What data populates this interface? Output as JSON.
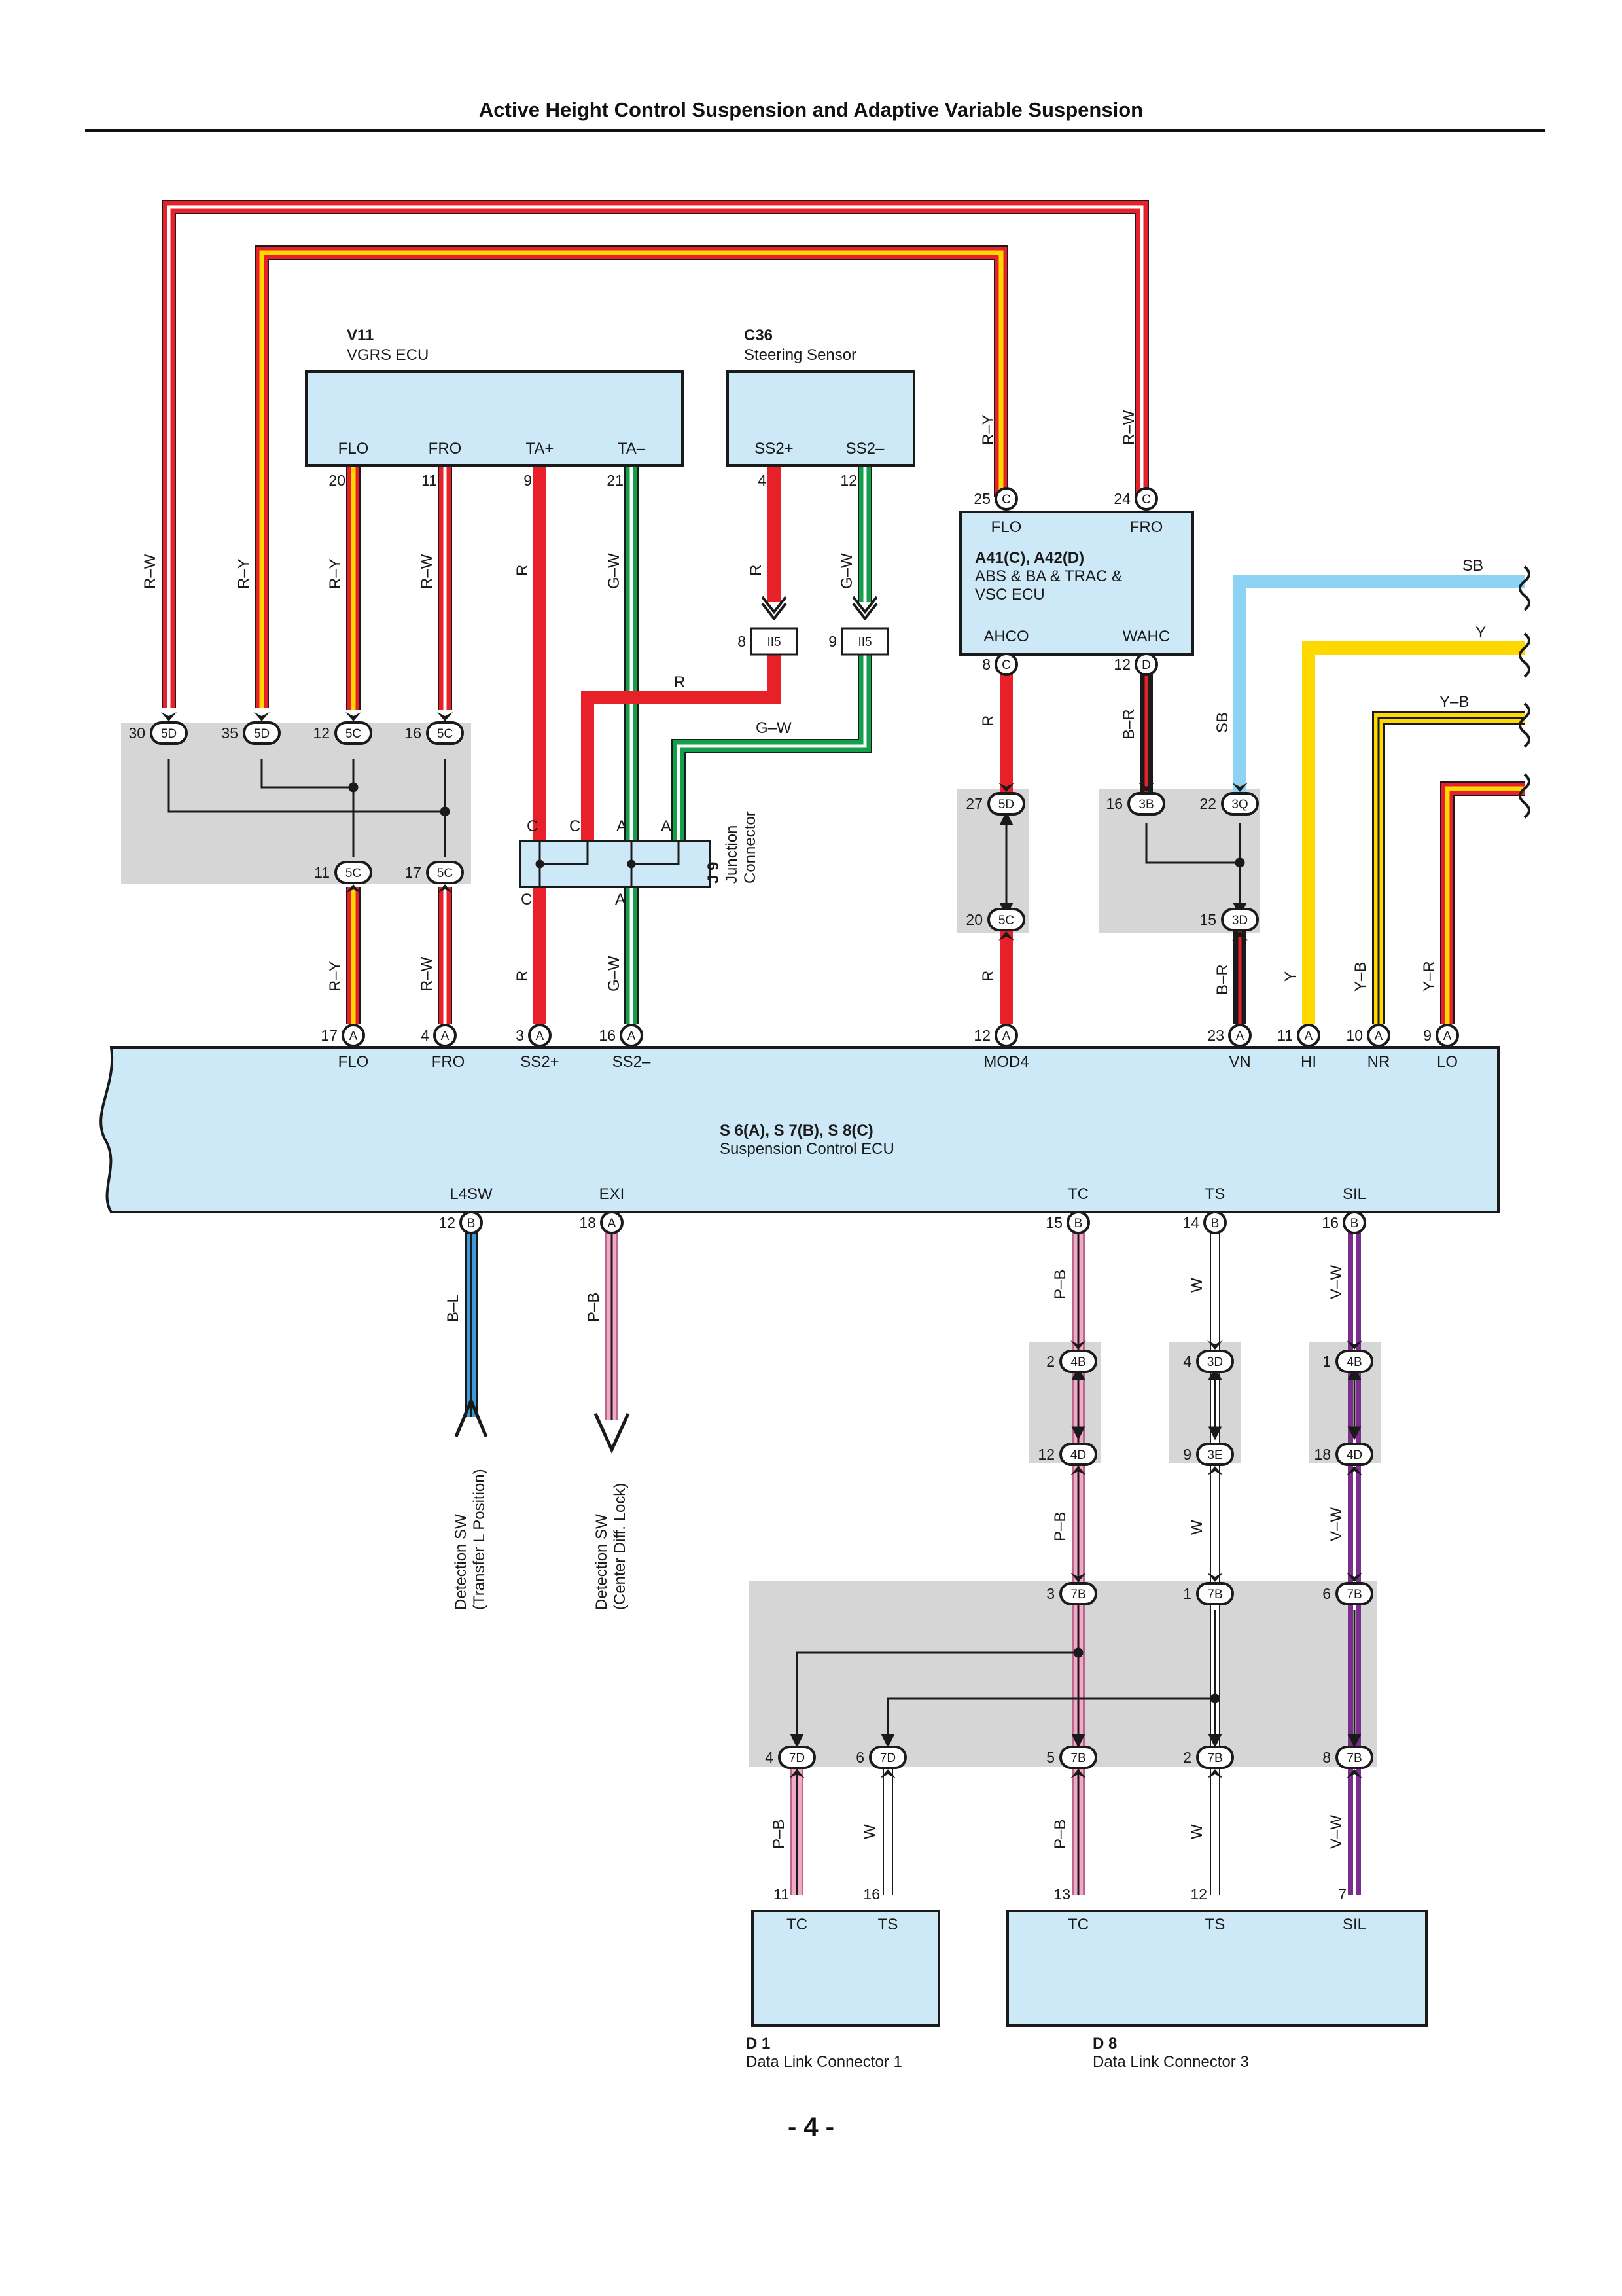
{
  "page_title": "Active Height Control Suspension and Adaptive Variable Suspension",
  "page_number": "- 4 -",
  "colors": {
    "R": "#e8202a",
    "Y": "#ffd800",
    "SB": "#8fd3f4",
    "G": "#12a04a",
    "P": "#f3a8c8",
    "V": "#7b2e8e",
    "B": "#1a1a1a",
    "W": "#ffffff",
    "L": "#3a9bd8",
    "box": "#cde9f8",
    "grey": "#d6d6d6"
  },
  "components": {
    "v11": {
      "code": "V11",
      "name": "VGRS ECU",
      "pins": [
        "FLO",
        "FRO",
        "TA+",
        "TA–"
      ],
      "pin_numbers": [
        "20",
        "11",
        "9",
        "21"
      ]
    },
    "c36": {
      "code": "C36",
      "name": "Steering Sensor",
      "pins": [
        "SS2+",
        "SS2–"
      ],
      "pin_numbers": [
        "4",
        "12"
      ]
    },
    "abs": {
      "code": "A41(C), A42(D)",
      "name1": "ABS & BA & TRAC &",
      "name2": "VSC ECU",
      "top_pins": [
        "FLO",
        "FRO"
      ],
      "top_numbers": [
        "25",
        "24"
      ],
      "bottom_pins": [
        "AHCO",
        "WAHC"
      ],
      "bottom_numbers": [
        "8",
        "12"
      ]
    },
    "j9": {
      "code": "J 9",
      "name1": "Junction",
      "name2": "Connector",
      "top_labels": [
        "C",
        "C",
        "A",
        "A"
      ],
      "bottom_labels": [
        "C",
        "A"
      ]
    },
    "ecu": {
      "code": "S 6(A), S 7(B), S 8(C)",
      "name": "Suspension Control ECU",
      "top_pins": [
        "FLO",
        "FRO",
        "SS2+",
        "SS2–",
        "MOD4",
        "VN",
        "HI",
        "NR",
        "LO"
      ],
      "top_numbers": [
        "17",
        "4",
        "3",
        "16",
        "12",
        "23",
        "11",
        "10",
        "9"
      ],
      "top_letters": [
        "A",
        "A",
        "A",
        "A",
        "A",
        "A",
        "A",
        "A",
        "A"
      ],
      "bottom_pins": [
        "L4SW",
        "EXI",
        "TC",
        "TS",
        "SIL"
      ],
      "bottom_numbers": [
        "12",
        "18",
        "15",
        "14",
        "16"
      ],
      "bottom_letters": [
        "B",
        "A",
        "B",
        "B",
        "B"
      ]
    },
    "d1": {
      "code": "D 1",
      "name": "Data Link Connector 1",
      "pins": [
        "TC",
        "TS"
      ],
      "pin_numbers": [
        "11",
        "16"
      ]
    },
    "d8": {
      "code": "D 8",
      "name": "Data Link Connector 3",
      "pins": [
        "TC",
        "TS",
        "SIL"
      ],
      "pin_numbers": [
        "13",
        "12",
        "7"
      ]
    }
  },
  "detection": {
    "l4sw": {
      "line1": "Detection SW",
      "line2": "(Transfer L Position)"
    },
    "exi": {
      "line1": "Detection SW",
      "line2": "(Center Diff. Lock)"
    }
  },
  "wire_labels": {
    "rw_outer": "R–W",
    "ry_outer": "R–Y",
    "ry_flo": "R–Y",
    "rw_fro": "R–W",
    "r_ta": "R",
    "gw_ta": "G–W",
    "r_ss2": "R",
    "gw_ss2": "G–W",
    "r_cross": "R",
    "gw_cross": "G–W",
    "ry_abs": "R–Y",
    "rw_abs": "R–W",
    "r_ahco": "R",
    "br_wahc": "B–R",
    "sb_top": "SB",
    "y_top": "Y",
    "yb_top": "Y–B",
    "sb_vert": "SB",
    "br_vn": "B–R",
    "y_hi": "Y",
    "yb_nr": "Y–B",
    "yr_lo": "Y–R",
    "ry_lower": "R–Y",
    "rw_lower": "R–W",
    "r_lower": "R",
    "gw_lower": "G–W",
    "r_mod4": "R",
    "bl_l4sw": "B–L",
    "pb_exi": "P–B",
    "pb_tc": "P–B",
    "w_ts": "W",
    "vw_sil": "V–W",
    "pb_tc2": "P–B",
    "w_ts2": "W",
    "vw_sil2": "V–W",
    "pb_d1": "P–B",
    "w_d1": "W",
    "pb_d8": "P–B",
    "w_d8": "W",
    "vw_d8": "V–W"
  },
  "connectors": {
    "c5d30": {
      "num": "30",
      "code": "5D"
    },
    "c5d35": {
      "num": "35",
      "code": "5D"
    },
    "c5c12": {
      "num": "12",
      "code": "5C"
    },
    "c5c16": {
      "num": "16",
      "code": "5C"
    },
    "c5c11": {
      "num": "11",
      "code": "5C"
    },
    "c5c17": {
      "num": "17",
      "code": "5C"
    },
    "ii5a": {
      "num": "8",
      "code": "II5"
    },
    "ii5b": {
      "num": "9",
      "code": "II5"
    },
    "c5d27": {
      "num": "27",
      "code": "5D"
    },
    "c5c20": {
      "num": "20",
      "code": "5C"
    },
    "c3b16": {
      "num": "16",
      "code": "3B"
    },
    "c3q22": {
      "num": "22",
      "code": "3Q"
    },
    "c3d15": {
      "num": "15",
      "code": "3D"
    },
    "c4b2": {
      "num": "2",
      "code": "4B"
    },
    "c4d12": {
      "num": "12",
      "code": "4D"
    },
    "c3d4": {
      "num": "4",
      "code": "3D"
    },
    "c3e9": {
      "num": "9",
      "code": "3E"
    },
    "c4b1": {
      "num": "1",
      "code": "4B"
    },
    "c4d18": {
      "num": "18",
      "code": "4D"
    },
    "c7b3": {
      "num": "3",
      "code": "7B"
    },
    "c7b1": {
      "num": "1",
      "code": "7B"
    },
    "c7b6": {
      "num": "6",
      "code": "7B"
    },
    "c7d4": {
      "num": "4",
      "code": "7D"
    },
    "c7d6": {
      "num": "6",
      "code": "7D"
    },
    "c7b5": {
      "num": "5",
      "code": "7B"
    },
    "c7b2": {
      "num": "2",
      "code": "7B"
    },
    "c7b8": {
      "num": "8",
      "code": "7B"
    },
    "abs25": {
      "num": "25",
      "code": "C"
    },
    "abs24": {
      "num": "24",
      "code": "C"
    },
    "abs8": {
      "num": "8",
      "code": "C"
    },
    "abs12": {
      "num": "12",
      "code": "D"
    }
  }
}
